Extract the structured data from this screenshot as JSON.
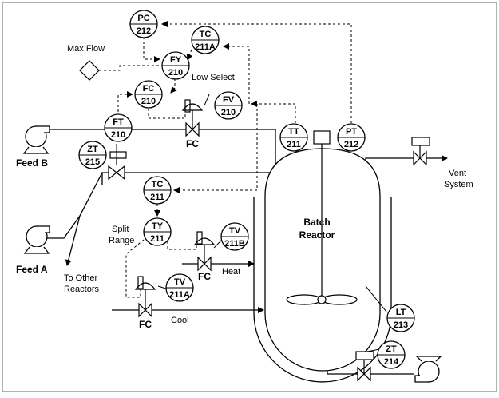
{
  "diagram": {
    "instruments": [
      {
        "id": "pc212",
        "func": "PC",
        "loop": "212"
      },
      {
        "id": "tc211a",
        "func": "TC",
        "loop": "211A"
      },
      {
        "id": "fy210",
        "func": "FY",
        "loop": "210"
      },
      {
        "id": "fc210",
        "func": "FC",
        "loop": "210"
      },
      {
        "id": "fv210",
        "func": "FV",
        "loop": "210"
      },
      {
        "id": "ft210",
        "func": "FT",
        "loop": "210"
      },
      {
        "id": "zt215",
        "func": "ZT",
        "loop": "215"
      },
      {
        "id": "tt211",
        "func": "TT",
        "loop": "211"
      },
      {
        "id": "pt212",
        "func": "PT",
        "loop": "212"
      },
      {
        "id": "tc211",
        "func": "TC",
        "loop": "211"
      },
      {
        "id": "ty211",
        "func": "TY",
        "loop": "211"
      },
      {
        "id": "tv211b",
        "func": "TV",
        "loop": "211B"
      },
      {
        "id": "tv211a",
        "func": "TV",
        "loop": "211A"
      },
      {
        "id": "lt213",
        "func": "LT",
        "loop": "213"
      },
      {
        "id": "zt214",
        "func": "ZT",
        "loop": "214"
      }
    ],
    "labels": {
      "max_flow": "Max Flow",
      "low_select": "Low Select",
      "feed_b": "Feed B",
      "feed_a": "Feed A",
      "to_other_reactors_1": "To Other",
      "to_other_reactors_2": "Reactors",
      "split_range_1": "Split",
      "split_range_2": "Range",
      "heat": "Heat",
      "cool": "Cool",
      "fc_fv": "FC",
      "fc_heat": "FC",
      "fc_cool": "FC",
      "vent_1": "Vent",
      "vent_2": "System",
      "reactor_1": "Batch",
      "reactor_2": "Reactor"
    }
  }
}
